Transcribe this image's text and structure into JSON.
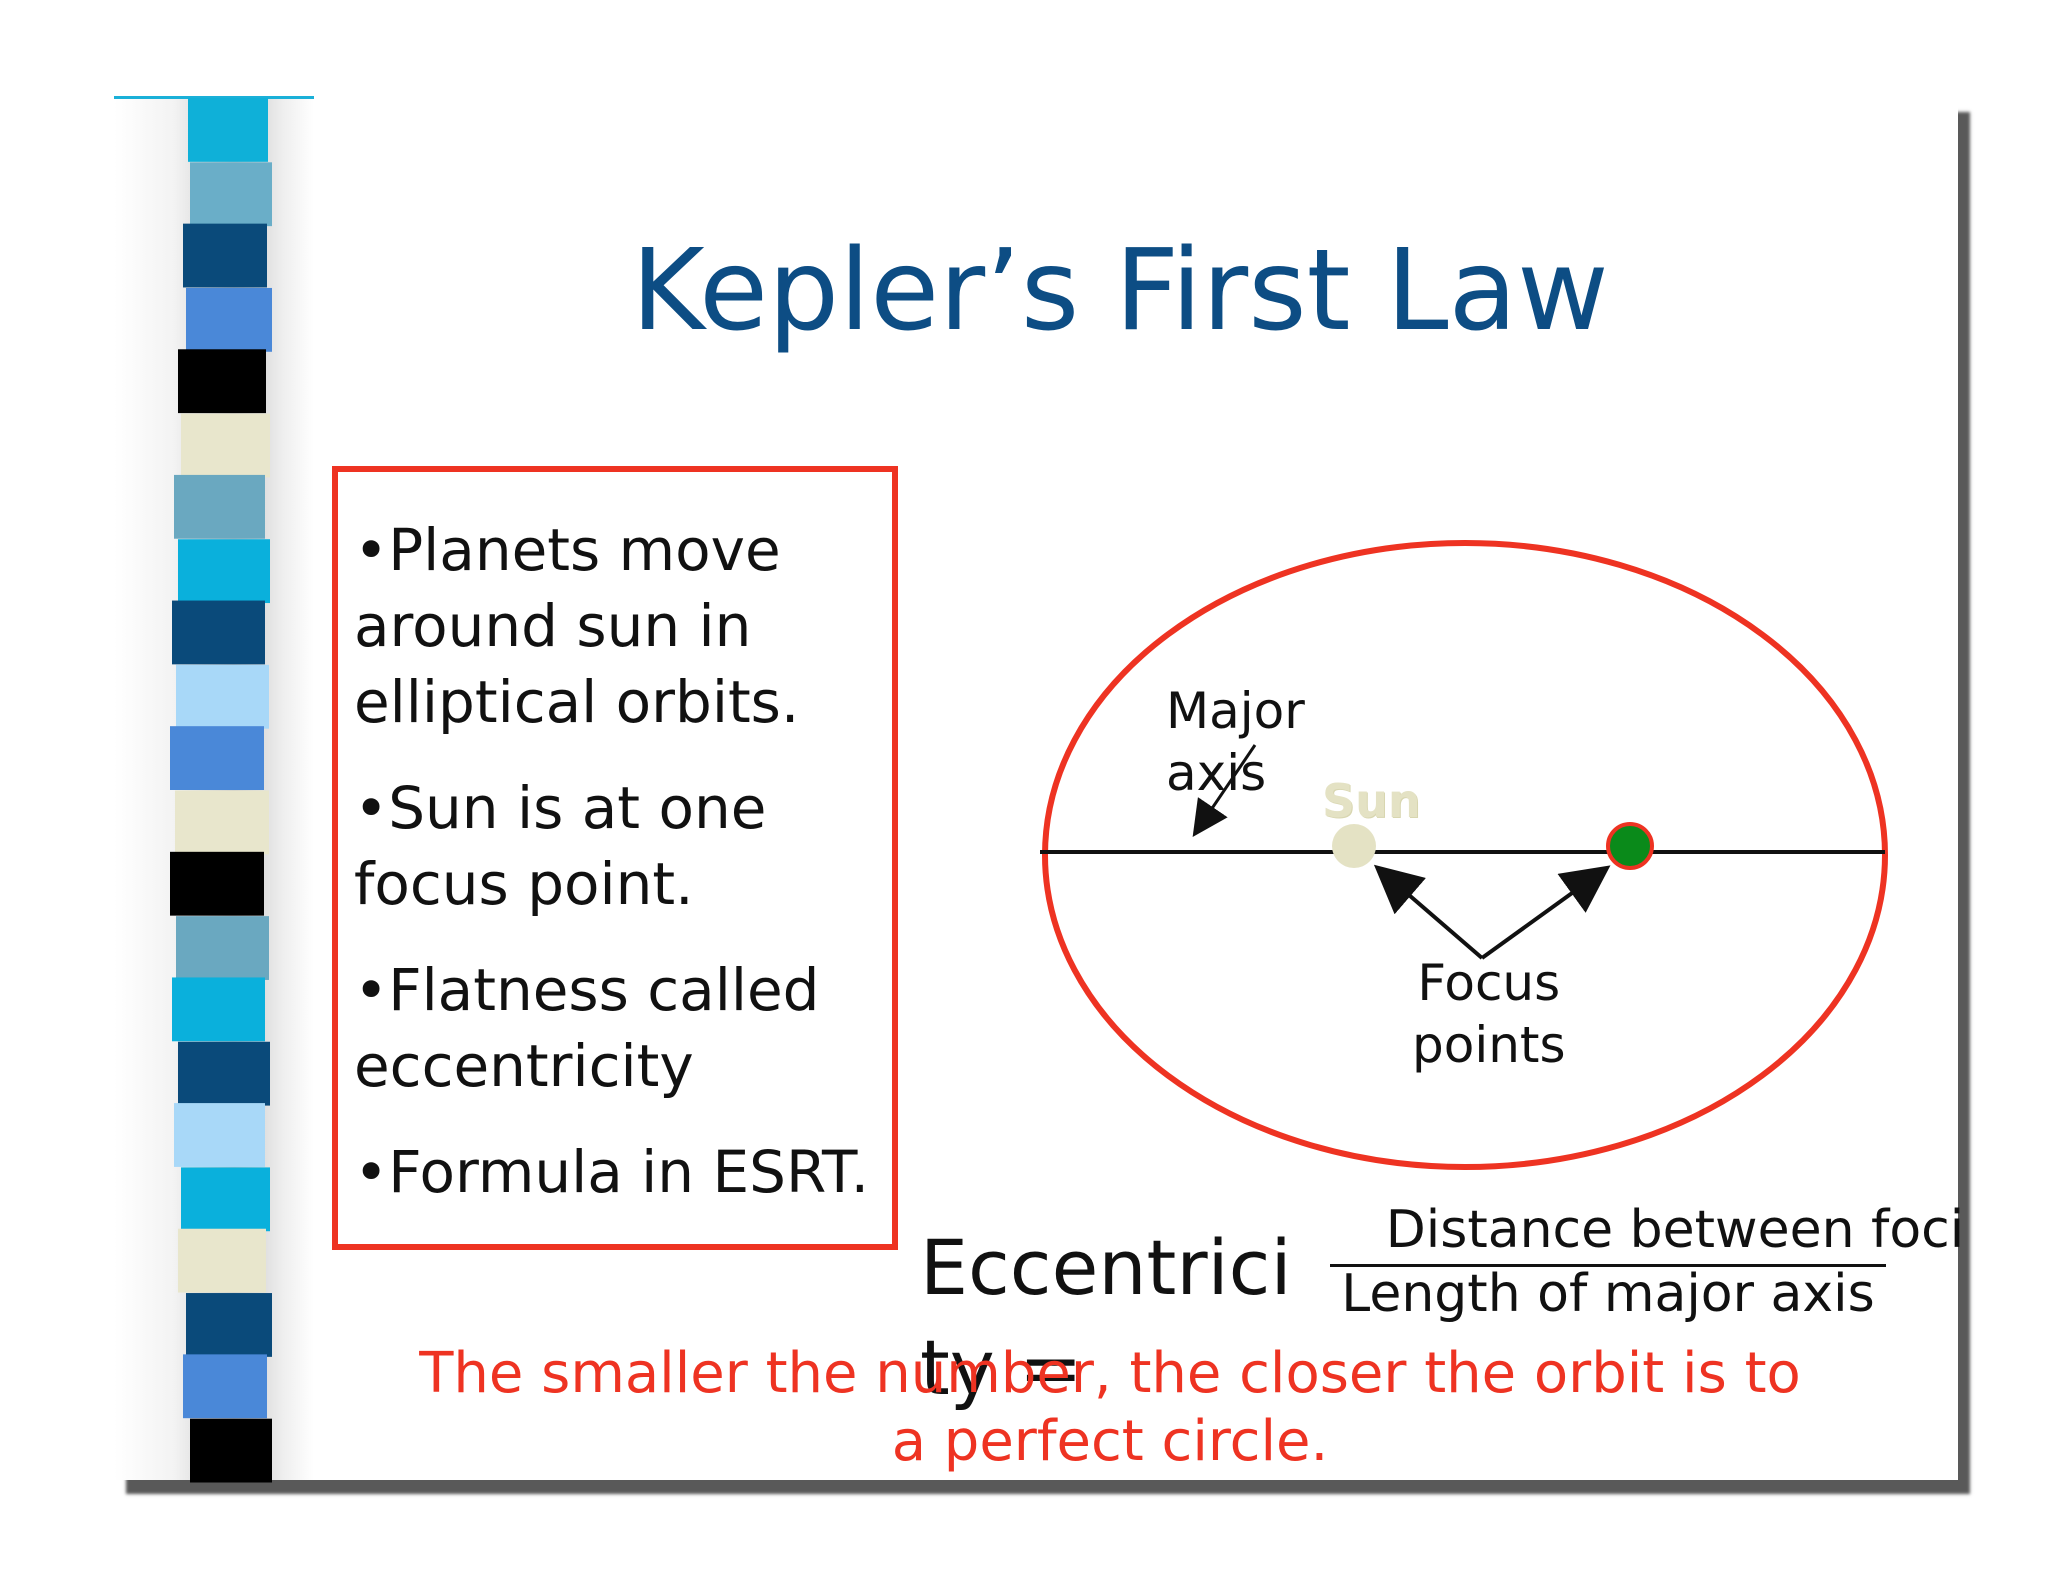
{
  "slide": {
    "title": "Kepler’s First Law",
    "bullets": [
      "•Planets move\naround sun in\nelliptical orbits.",
      "•Sun is at one\nfocus point.",
      "•Flatness called\neccentricity",
      "•Formula in ESRT."
    ],
    "diagram": {
      "major_axis_label": "Major\naxis",
      "sun_label": "Sun",
      "focus_label": "Focus\npoints"
    },
    "formula": {
      "label": "Eccentricity =",
      "numerator": "Distance between foci",
      "denominator": "Length of major axis"
    },
    "note": "The smaller the number, the closer the orbit is to a perfect circle."
  },
  "colors": {
    "title": "#0d4d84",
    "accent_red": "#ee3322",
    "sun": "#e4e2c4",
    "planet": "#0a8a1a"
  },
  "stripe_colors": [
    "#0fb0d8",
    "#6aaec8",
    "#0a4a7a",
    "#4a88d8",
    "#000000",
    "#e8e6cc",
    "#6aa8c0",
    "#0ab0dc",
    "#0a4a7a",
    "#a8d8f8",
    "#4a88d8",
    "#e8e6cc",
    "#000000",
    "#6aa8c0",
    "#0ab0dc",
    "#0a4a7a",
    "#a8d8f8",
    "#0ab0dc",
    "#e8e6cc",
    "#0a4a7a",
    "#4a88d8",
    "#000000"
  ]
}
